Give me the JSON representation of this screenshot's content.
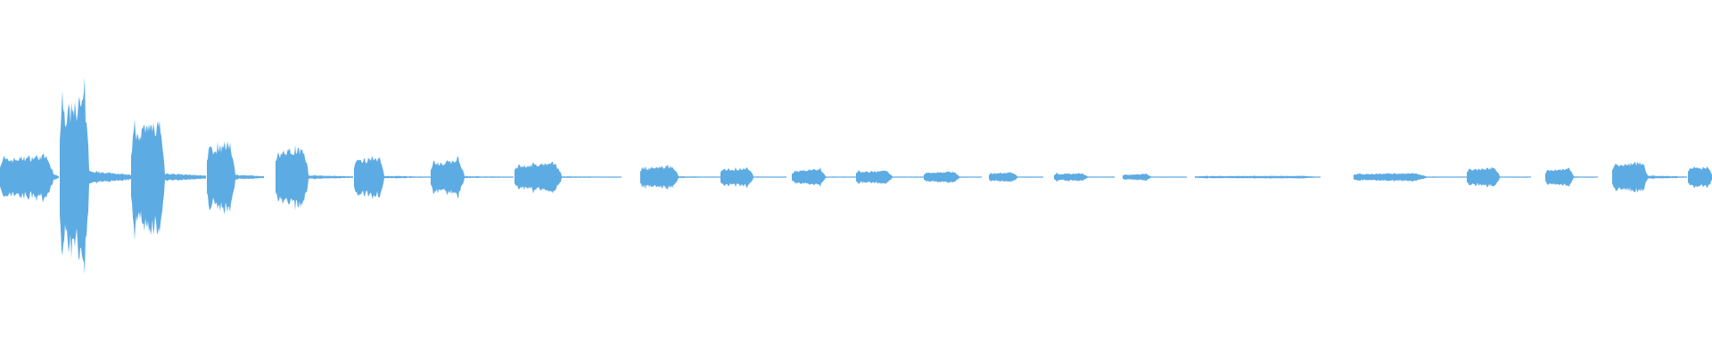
{
  "chart_data": {
    "type": "area",
    "description_kind": "audio-waveform",
    "color": "#5dabe3",
    "background": "#ffffff",
    "axes_visible": false,
    "grid": false,
    "amplitude_range": [
      -1,
      1
    ],
    "time_range": [
      0,
      1
    ],
    "bursts": [
      {
        "start": 0.0,
        "end": 0.031,
        "peak": 0.14,
        "tail_end": 0.034,
        "tail_amp": 0.02
      },
      {
        "start": 0.035,
        "end": 0.052,
        "peak": 0.5,
        "tail_end": 0.077,
        "tail_amp": 0.04
      },
      {
        "start": 0.077,
        "end": 0.096,
        "peak": 0.35,
        "tail_end": 0.12,
        "tail_amp": 0.025
      },
      {
        "start": 0.121,
        "end": 0.137,
        "peak": 0.22,
        "tail_end": 0.154,
        "tail_amp": 0.015
      },
      {
        "start": 0.161,
        "end": 0.18,
        "peak": 0.19,
        "tail_end": 0.206,
        "tail_amp": 0.012
      },
      {
        "start": 0.207,
        "end": 0.224,
        "peak": 0.13,
        "tail_end": 0.252,
        "tail_amp": 0.008
      },
      {
        "start": 0.252,
        "end": 0.271,
        "peak": 0.11,
        "tail_end": 0.3,
        "tail_amp": 0.006
      },
      {
        "start": 0.301,
        "end": 0.328,
        "peak": 0.09,
        "tail_end": 0.363,
        "tail_amp": 0.005
      },
      {
        "start": 0.374,
        "end": 0.396,
        "peak": 0.07,
        "tail_end": 0.422,
        "tail_amp": 0.005
      },
      {
        "start": 0.421,
        "end": 0.44,
        "peak": 0.06,
        "tail_end": 0.459,
        "tail_amp": 0.004
      },
      {
        "start": 0.463,
        "end": 0.482,
        "peak": 0.05,
        "tail_end": 0.505,
        "tail_amp": 0.004
      },
      {
        "start": 0.5,
        "end": 0.521,
        "peak": 0.04,
        "tail_end": 0.541,
        "tail_amp": 0.003
      },
      {
        "start": 0.54,
        "end": 0.56,
        "peak": 0.035,
        "tail_end": 0.573,
        "tail_amp": 0.003
      },
      {
        "start": 0.578,
        "end": 0.594,
        "peak": 0.03,
        "tail_end": 0.609,
        "tail_amp": 0.003
      },
      {
        "start": 0.616,
        "end": 0.635,
        "peak": 0.025,
        "tail_end": 0.651,
        "tail_amp": 0.002
      },
      {
        "start": 0.656,
        "end": 0.672,
        "peak": 0.02,
        "tail_end": 0.693,
        "tail_amp": 0.002
      },
      {
        "start": 0.698,
        "end": 0.771,
        "peak": 0.008,
        "tail_end": 0.771,
        "tail_amp": 0.0
      },
      {
        "start": 0.791,
        "end": 0.833,
        "peak": 0.025,
        "tail_end": 0.857,
        "tail_amp": 0.004
      },
      {
        "start": 0.857,
        "end": 0.876,
        "peak": 0.06,
        "tail_end": 0.894,
        "tail_amp": 0.004
      },
      {
        "start": 0.903,
        "end": 0.919,
        "peak": 0.055,
        "tail_end": 0.933,
        "tail_amp": 0.004
      },
      {
        "start": 0.942,
        "end": 0.962,
        "peak": 0.095,
        "tail_end": 0.985,
        "tail_amp": 0.01
      },
      {
        "start": 0.986,
        "end": 1.0,
        "peak": 0.065,
        "tail_end": 1.0,
        "tail_amp": 0.0
      }
    ]
  }
}
